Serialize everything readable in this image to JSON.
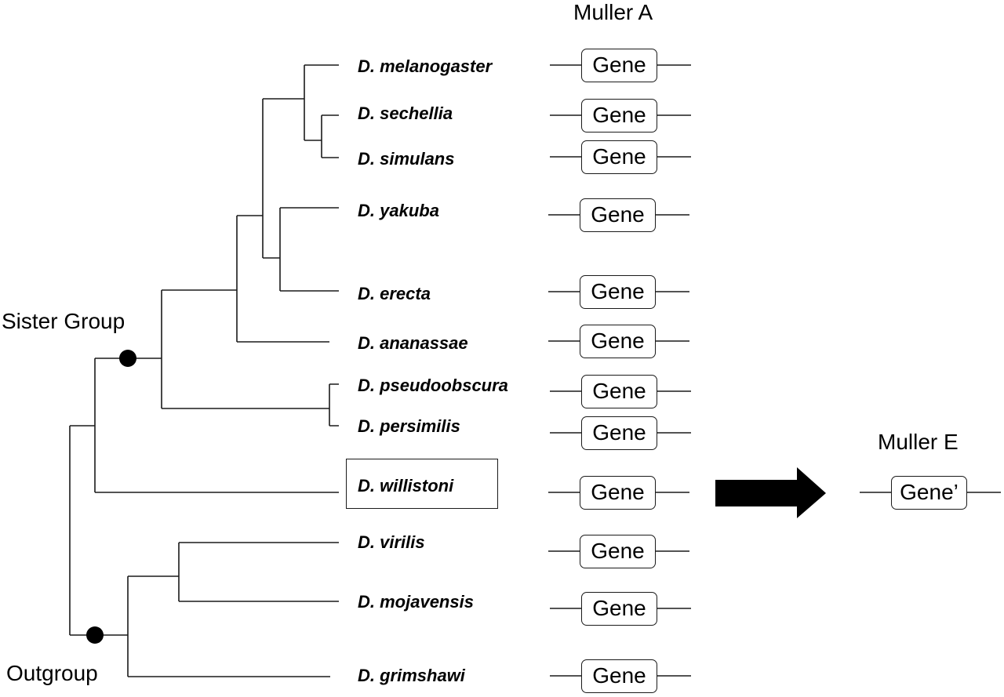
{
  "headers": {
    "muller_a": "Muller A",
    "muller_e": "Muller E"
  },
  "groups": {
    "sister": "Sister Group",
    "outgroup": "Outgroup"
  },
  "species": [
    {
      "name": "D. melanogaster",
      "gene": "Gene"
    },
    {
      "name": "D. sechellia",
      "gene": "Gene"
    },
    {
      "name": "D. simulans",
      "gene": "Gene"
    },
    {
      "name": "D. yakuba",
      "gene": "Gene"
    },
    {
      "name": "D. erecta",
      "gene": "Gene"
    },
    {
      "name": "D. ananassae",
      "gene": "Gene"
    },
    {
      "name": "D. pseudoobscura",
      "gene": "Gene"
    },
    {
      "name": "D. persimilis",
      "gene": "Gene"
    },
    {
      "name": "D. willistoni",
      "gene": "Gene",
      "highlighted": true
    },
    {
      "name": "D. virilis",
      "gene": "Gene"
    },
    {
      "name": "D. mojavensis",
      "gene": "Gene"
    },
    {
      "name": "D. grimshawi",
      "gene": "Gene"
    }
  ],
  "relocated_gene": "Gene’"
}
